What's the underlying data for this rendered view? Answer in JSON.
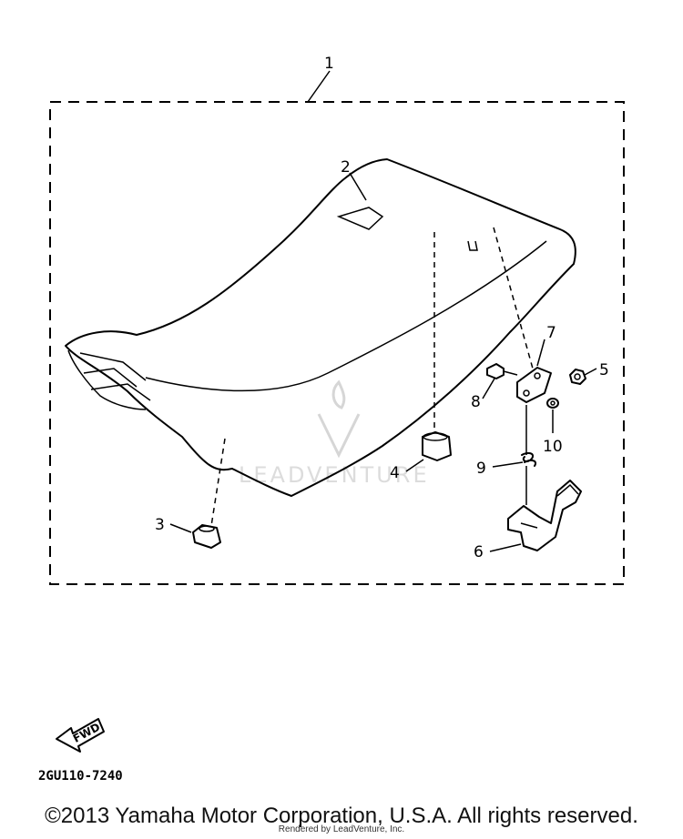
{
  "callouts": {
    "c1": "1",
    "c2": "2",
    "c3": "3",
    "c4": "4",
    "c5": "5",
    "c6": "6",
    "c7": "7",
    "c8": "8",
    "c9": "9",
    "c10": "10"
  },
  "fwd_label": "FWD",
  "diagram_code": "2GU110-7240",
  "watermark": "LEADVENTURE",
  "copyright": "©2013 Yamaha Motor Corporation, U.S.A. All rights reserved.",
  "rendered_by": "Rendered by LeadVenture, Inc."
}
